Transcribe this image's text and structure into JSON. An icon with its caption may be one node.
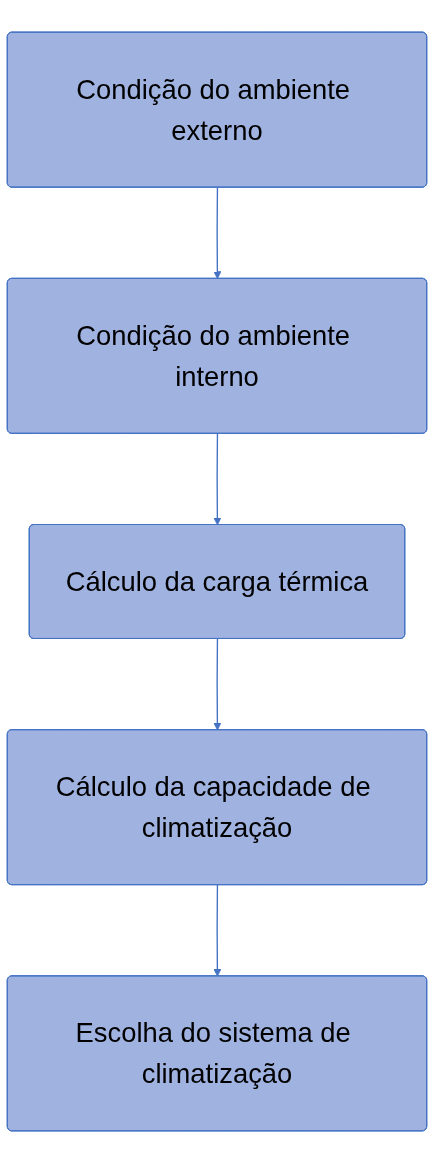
{
  "diagram": {
    "nodes": [
      {
        "text": [
          "Condição do ambiente externo"
        ]
      },
      {
        "text": [
          "Condição do ambiente interno"
        ]
      },
      {
        "text": [
          "Cálculo da carga térmica"
        ]
      },
      {
        "text": [
          "Cálculo da capacidade de climatização"
        ]
      },
      {
        "text": [
          "Escolha do sistema de climatização"
        ]
      }
    ],
    "edges": [
      {
        "from": 0,
        "to": 1,
        "arrow": "to"
      },
      {
        "from": 1,
        "to": 2,
        "arrow": "to"
      },
      {
        "from": 2,
        "to": 3,
        "arrow": "to"
      },
      {
        "from": 3,
        "to": 4,
        "arrow": "to"
      }
    ]
  }
}
